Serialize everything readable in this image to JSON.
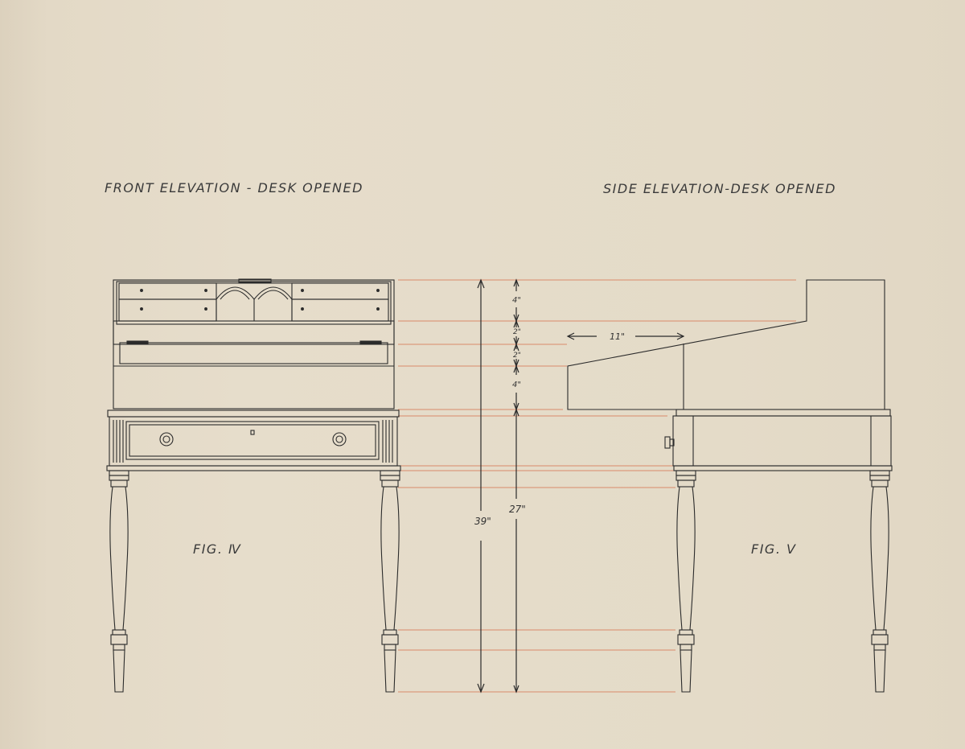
{
  "drawing": {
    "front_title": "FRONT ELEVATION - DESK OPENED",
    "side_title": "SIDE ELEVATION-DESK OPENED",
    "front_fig": "FIG. Ⅳ",
    "side_fig": "FIG. Ⅴ"
  },
  "dimensions": {
    "overall_height": "39\"",
    "table_height": "27\"",
    "seg1": "4\"",
    "seg2": "2\"",
    "seg3": "2\"",
    "seg4": "4\"",
    "lid_depth": "11\""
  },
  "colors": {
    "ink": "#2b2b2b",
    "guide": "#d98a6a",
    "paper": "#e4dbc8"
  }
}
